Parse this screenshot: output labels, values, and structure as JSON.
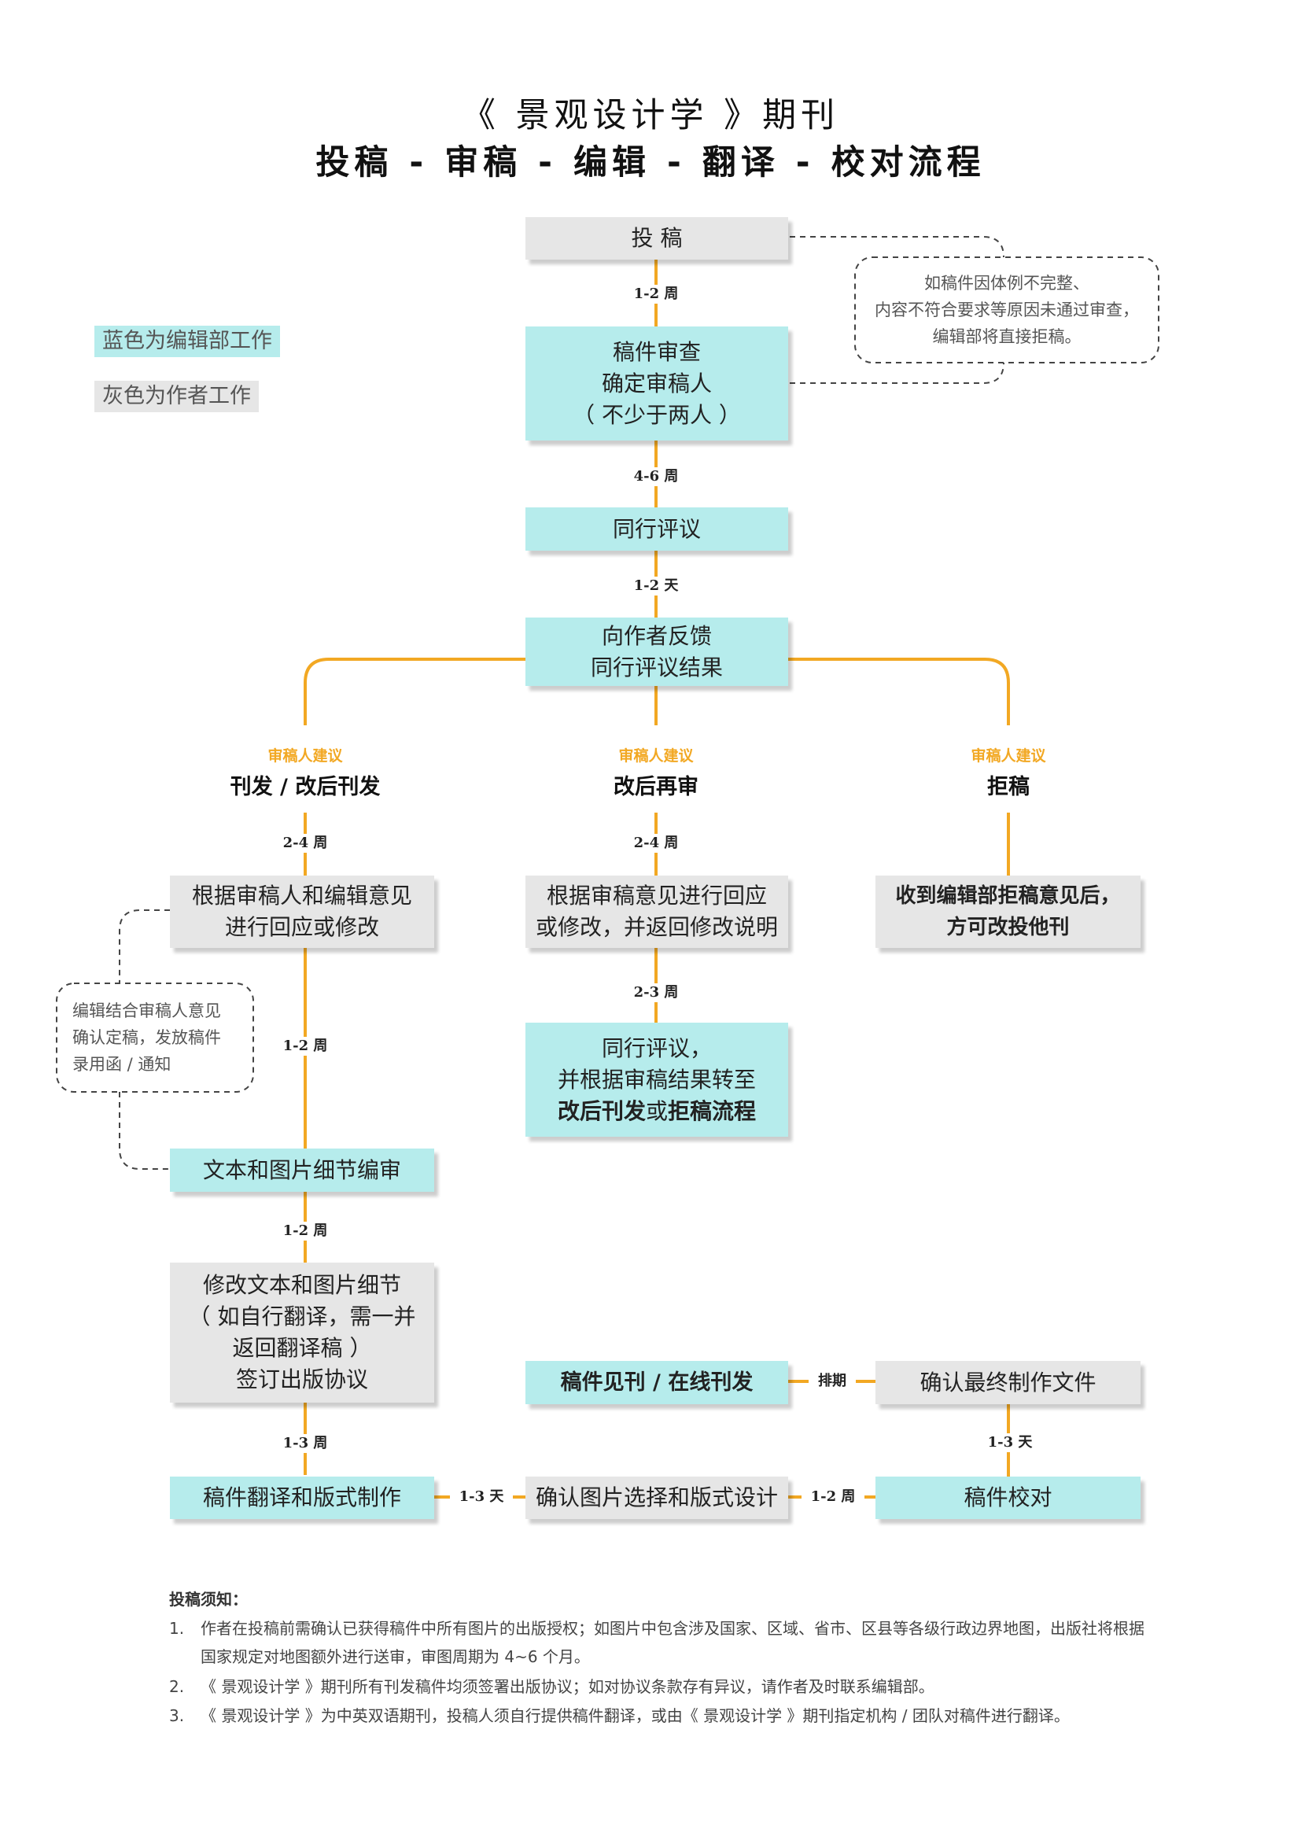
{
  "title": {
    "line1": "《 景观设计学 》期刊",
    "line2": "投稿 - 审稿 - 编辑 - 翻译 - 校对流程"
  },
  "legend": {
    "blue": "蓝色为编辑部工作",
    "grey": "灰色为作者工作"
  },
  "colors": {
    "editor_blue": "#b6ecec",
    "author_grey": "#e6e6e6",
    "connector_orange": "#f2a823",
    "suggestion_orange": "#f2a823"
  },
  "boxes": {
    "submit": "投 稿",
    "review_check": [
      "稿件审查",
      "确定审稿人",
      "（ 不少于两人 ）"
    ],
    "peer_review": "同行评议",
    "feedback": [
      "向作者反馈",
      "同行评议结果"
    ],
    "respond_revise": [
      "根据审稿人和编辑意见",
      "进行回应或修改"
    ],
    "respond_review": [
      "根据审稿意见进行回应",
      "或修改，并返回修改说明"
    ],
    "reject_box": [
      "收到编辑部拒稿意见后，",
      "方可改投他刊"
    ],
    "peer_review_again": {
      "line1": "同行评议，",
      "line2": "并根据审稿结果转至",
      "line3_bold1": "改后刊发",
      "line3_mid": "或",
      "line3_bold2": "拒稿流程"
    },
    "text_image_edit": "文本和图片细节编审",
    "modify": [
      "修改文本和图片细节",
      "（ 如自行翻译，需一并",
      "返回翻译稿 ）",
      "签订出版协议"
    ],
    "translate_layout": "稿件翻译和版式制作",
    "confirm_images": "确认图片选择和版式设计",
    "proofread": "稿件校对",
    "confirm_final": "确认最终制作文件",
    "publish": "稿件见刊 / 在线刊发"
  },
  "notes": {
    "reject_note": [
      "如稿件因体例不完整、",
      "内容不符合要求等原因未通过审查，",
      "编辑部将直接拒稿。"
    ],
    "accept_note": [
      "编辑结合审稿人意见",
      "确认定稿，发放稿件",
      "录用函 / 通知"
    ]
  },
  "branches": {
    "suggestion": "审稿人建议",
    "publish": "刊发 / 改后刊发",
    "re_review": "改后再审",
    "reject": "拒稿"
  },
  "durations": {
    "submit_to_check": "1-2 周",
    "check_to_peer": "4-6 周",
    "peer_to_feedback": "1-2 天",
    "left_branch": "2-4 周",
    "middle_branch": "2-4 周",
    "middle_to_peer_again": "2-3 周",
    "left_to_edit": "1-2 周",
    "edit_to_modify": "1-2 周",
    "modify_to_translate": "1-3 周",
    "translate_to_confirm": "1-3 天",
    "confirm_to_proof": "1-2 周",
    "proof_to_final": "1-3 天",
    "final_to_publish": "排期"
  },
  "notice": {
    "heading": "投稿须知：",
    "items": [
      {
        "num": "1.",
        "text": "作者在投稿前需确认已获得稿件中所有图片的出版授权；如图片中包含涉及国家、区域、省市、区县等各级行政边界地图，出版社将根据国家规定对地图额外进行送审，审图周期为 4~6 个月。"
      },
      {
        "num": "2.",
        "text": "《 景观设计学 》期刊所有刊发稿件均须签署出版协议；如对协议条款存有异议，请作者及时联系编辑部。"
      },
      {
        "num": "3.",
        "text": "《 景观设计学 》为中英双语期刊，投稿人须自行提供稿件翻译，或由《 景观设计学 》期刊指定机构 / 团队对稿件进行翻译。"
      }
    ]
  }
}
